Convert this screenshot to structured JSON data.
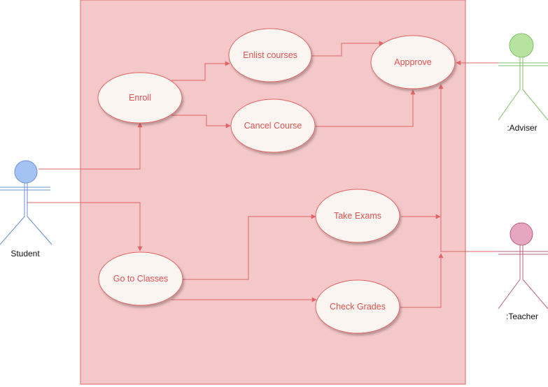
{
  "actors": {
    "student": {
      "label": "Student",
      "color": "#a4c2f4",
      "stroke": "#6d8fd1"
    },
    "adviser": {
      "label": ":Adviser",
      "color": "#b6e3a0",
      "stroke": "#7fbf6a"
    },
    "teacher": {
      "label": ":Teacher",
      "color": "#e6a6bf",
      "stroke": "#b45f7c"
    }
  },
  "use_cases": {
    "enroll": "Enroll",
    "enlist_courses": "Enlist courses",
    "cancel_course": "Cancel Course",
    "approve": "Appprove",
    "take_exams": "Take Exams",
    "go_to_classes": "Go to Classes",
    "check_grades": "Check Grades"
  },
  "colors": {
    "system_fill": "#f4c7c8",
    "system_stroke": "#e06666",
    "usecase_fill": "#faf5f0",
    "line": "#e06666",
    "text": "#e05252"
  }
}
